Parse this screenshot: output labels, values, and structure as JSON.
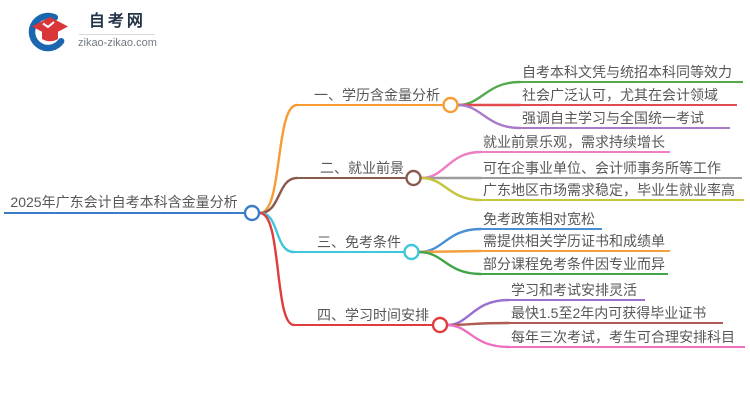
{
  "brand": {
    "name": "自考网",
    "domain": "zikao-zikao.com",
    "logo_colors": {
      "swoosh": "#1a67b0",
      "cap": "#d9363a"
    }
  },
  "mindmap": {
    "root": {
      "label": "2025年广东会计自考本科含金量分析",
      "color": "#3b7dc4"
    },
    "branches": [
      {
        "label": "一、学历含金量分析",
        "color": "#f79b33",
        "children": [
          {
            "label": "自考本科文凭与统招本科同等效力",
            "color": "#54a94c"
          },
          {
            "label": "社会广泛认可，尤其在会计领域",
            "color": "#e24b50"
          },
          {
            "label": "强调自主学习与全国统一考试",
            "color": "#a87ac8"
          }
        ]
      },
      {
        "label": "二、就业前景",
        "color": "#8a5a4e",
        "children": [
          {
            "label": "就业前景乐观，需求持续增长",
            "color": "#ee7fc2"
          },
          {
            "label": "可在企事业单位、会计师事务所等工作",
            "color": "#9c9c9c"
          },
          {
            "label": "广东地区市场需求稳定，毕业生就业率高",
            "color": "#c5c63b"
          }
        ]
      },
      {
        "label": "三、免考条件",
        "color": "#3ec6dc",
        "children": [
          {
            "label": "免考政策相对宽松",
            "color": "#4a8fd3"
          },
          {
            "label": "需提供相关学历证书和成绩单",
            "color": "#f5a040"
          },
          {
            "label": "部分课程免考条件因专业而异",
            "color": "#43a54a"
          }
        ]
      },
      {
        "label": "四、学习时间安排",
        "color": "#e03c3c",
        "children": [
          {
            "label": "学习和考试安排灵活",
            "color": "#9b6fd0"
          },
          {
            "label": "最快1.5至2年内可获得毕业证书",
            "color": "#b05c52"
          },
          {
            "label": "每年三次考试，考生可合理安排科目",
            "color": "#ee6fc0"
          }
        ]
      }
    ]
  }
}
